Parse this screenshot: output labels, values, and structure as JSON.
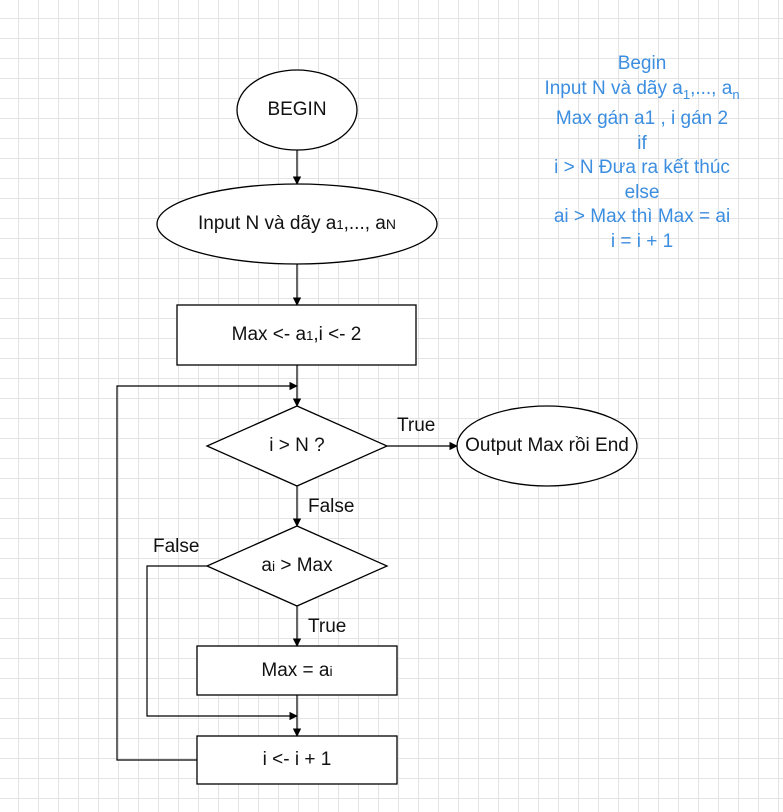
{
  "colors": {
    "pseudocode_text": "#3c8ee0",
    "stroke": "#000000",
    "fill": "#ffffff"
  },
  "nodes": {
    "begin": "BEGIN",
    "input": {
      "prefix": "Input N và dãy a",
      "sub1": "1",
      "mid": ",..., a",
      "tail": "N"
    },
    "init": {
      "prefix": "Max <- a",
      "sub1": "1",
      "suffix": ",i <- 2"
    },
    "cond_end": "i > N ?",
    "output": "Output Max rồi End",
    "cond_max": {
      "prefix": "a",
      "sub": "i",
      "suffix": " > Max"
    },
    "assign": {
      "prefix": "Max = a",
      "sub": "i"
    },
    "increment": "i <- i + 1"
  },
  "edge_labels": {
    "end_true": "True",
    "end_false": "False",
    "max_false": "False",
    "max_true": "True"
  },
  "pseudocode": {
    "line1": "Begin",
    "line2": {
      "prefix": "Input N và dãy a",
      "sub1": "1",
      "mid": ",..., a",
      "sub2": "n"
    },
    "line3": "Max gán a1 , i gán 2",
    "line4": "if",
    "line5": "i > N Đưa ra kết thúc",
    "line6": "else",
    "line7": "ai > Max thì Max = ai",
    "line8": "i = i + 1"
  }
}
